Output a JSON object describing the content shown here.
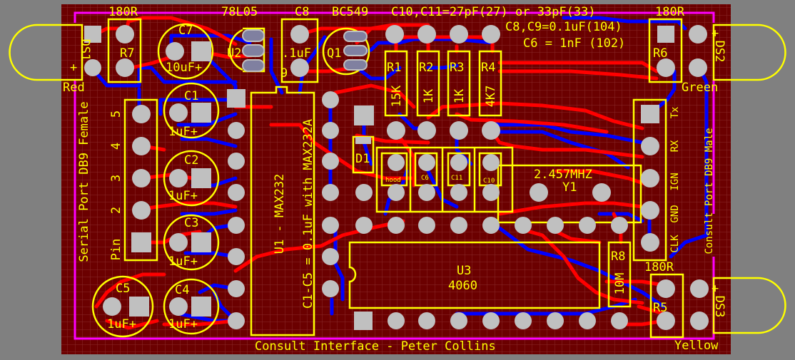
{
  "colors": {
    "background": "#808080",
    "board": "#6b0000",
    "grid": "#8a2a2a",
    "outline": "#ff00ff",
    "silkscreen": "#ffff00",
    "top_copper": "#ff0000",
    "bottom_copper": "#0000ff",
    "pad": "#c0c0c0",
    "component_body": "#8080a0"
  },
  "labels": {
    "r7_value": "180R",
    "u2_value": "78L05",
    "c8_label": "C8",
    "q1_value": "BC549",
    "cap_note": "C10,C11=27pF(27) or 33pF(33)",
    "r6_value": "180R",
    "c8c9_note": "C8,C9=0.1uF(104)",
    "c6_note": "C6 = 1nF (102)",
    "ds1": "DS1",
    "r7": "R7",
    "c7": "C7",
    "c7_value": "10uF+",
    "u2": "U2",
    "c8_value": ".1uF",
    "c9_partial": "9",
    "q1": "Q1",
    "r1": "R1",
    "r1_value": "15K",
    "r2": "R2",
    "r2_value": "1K",
    "r3": "R3",
    "r3_value": "1K",
    "r4": "R4",
    "r4_value": "4K7",
    "r6": "R6",
    "ds2": "DS2",
    "red": "Red",
    "green": "Green",
    "serial_port": "Serial Port DB9 Female",
    "pin5": "5",
    "pin4": "4",
    "pin3": "3",
    "pin2": "2",
    "pin": "Pin",
    "c1": "C1",
    "c1_value": "1uF+",
    "c2": "C2",
    "c2_value": "1uF+",
    "c3": "C3",
    "c3_value": "1uF+",
    "c4": "C4",
    "c4_value": "1uF+",
    "c5": "C5",
    "c5_value": "1uF+",
    "u1": "U1 - MAX232",
    "c1c5_note": "C1-C5 = 0.1uF with MAX232A",
    "d1": "D1",
    "hood": "hood",
    "c6": "C6",
    "c11": "C11",
    "c10": "C10",
    "y1_freq": "2.457MHZ",
    "y1": "Y1",
    "tx": "Tx",
    "rx": "RX",
    "ign": "IGN",
    "gnd": "GND",
    "clk": "CLK",
    "consult_port": "Consult Port DB9 Male",
    "u3": "U3",
    "u3_value": "4060",
    "r8": "R8",
    "r8_value": "10M",
    "r5_value": "180R",
    "r5": "R5",
    "ds3": "DS3",
    "yellow": "Yellow",
    "title": "Consult Interface - Peter Collins",
    "plus1": "+",
    "plus2": "+",
    "plus3": "+"
  }
}
